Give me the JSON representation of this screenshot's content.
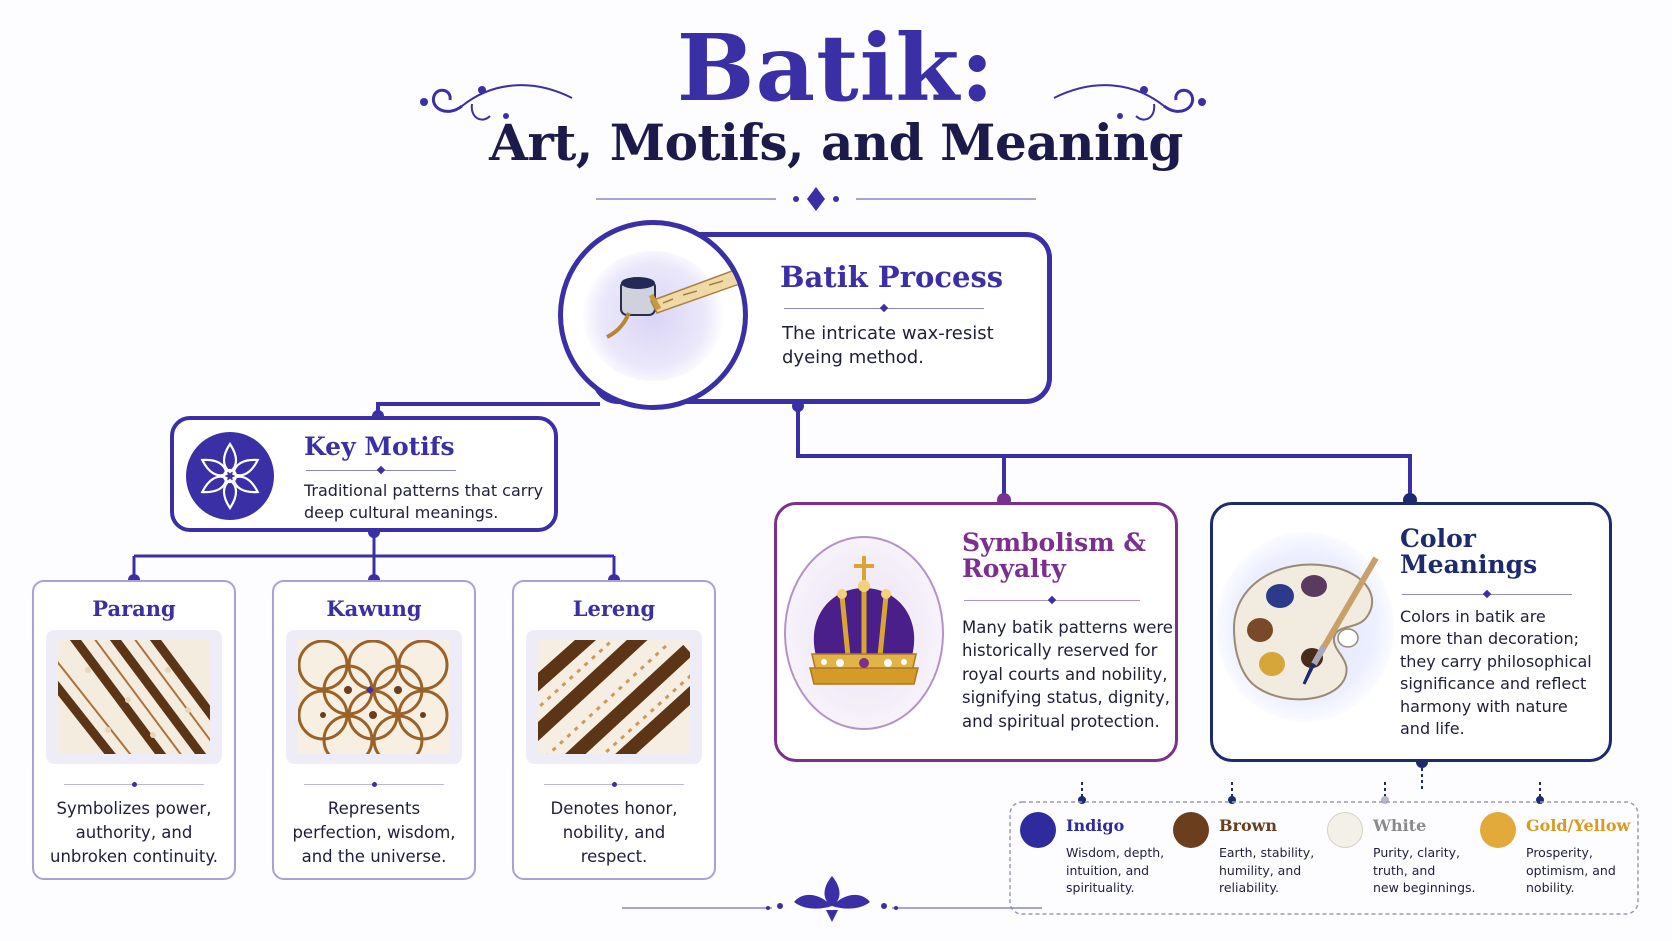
{
  "header": {
    "title": "Batik:",
    "subtitle": "Art, Motifs, and Meaning"
  },
  "process": {
    "title": "Batik Process",
    "description_lines": [
      "The intricate wax-resist",
      "dyeing method."
    ],
    "icon": "canting-tool-icon"
  },
  "key_motifs": {
    "title": "Key Motifs",
    "description_lines": [
      "Traditional patterns that carry",
      "deep cultural meanings."
    ],
    "icon": "flower-ornament-icon"
  },
  "motifs": [
    {
      "name": "Parang",
      "description_lines": [
        "Symbolizes power,",
        "authority, and",
        "unbroken continuity."
      ]
    },
    {
      "name": "Kawung",
      "description_lines": [
        "Represents",
        "perfection, wisdom,",
        "and the universe."
      ]
    },
    {
      "name": "Lereng",
      "description_lines": [
        "Denotes honor,",
        "nobility, and",
        "respect."
      ]
    }
  ],
  "symbolism": {
    "title_lines": [
      "Symbolism &",
      "Royalty"
    ],
    "description_lines": [
      "Many batik patterns were",
      "historically reserved for",
      "royal courts and nobility,",
      "signifying status, dignity,",
      "and spiritual protection."
    ],
    "icon": "crown-icon"
  },
  "color_meanings": {
    "title_lines": [
      "Color",
      "Meanings"
    ],
    "description_lines": [
      "Colors in batik are",
      "more than decoration;",
      "they carry philosophical",
      "significance and reflect",
      "harmony with nature",
      "and life."
    ],
    "icon": "paint-palette-icon"
  },
  "colors": [
    {
      "name": "Indigo",
      "hex": "#2f2a9e",
      "name_color": "#2f2a9e",
      "description_lines": [
        "Wisdom, depth,",
        "intuition, and",
        "spirituality."
      ]
    },
    {
      "name": "Brown",
      "hex": "#6b3f1e",
      "name_color": "#6b3f1e",
      "description_lines": [
        "Earth, stability,",
        "humility, and",
        "reliability."
      ]
    },
    {
      "name": "White",
      "hex": "#f3f0ea",
      "name_color": "#8a8a8a",
      "description_lines": [
        "Purity, clarity,",
        "truth, and",
        "new beginnings."
      ]
    },
    {
      "name": "Gold/Yellow",
      "hex": "#e2aa3a",
      "name_color": "#d99a1f",
      "description_lines": [
        "Prosperity,",
        "optimism, and",
        "nobility."
      ]
    }
  ],
  "palette": {
    "primary": "#3b2fa6",
    "royal_purple": "#7b2f8f",
    "navy": "#1e2a6e"
  }
}
